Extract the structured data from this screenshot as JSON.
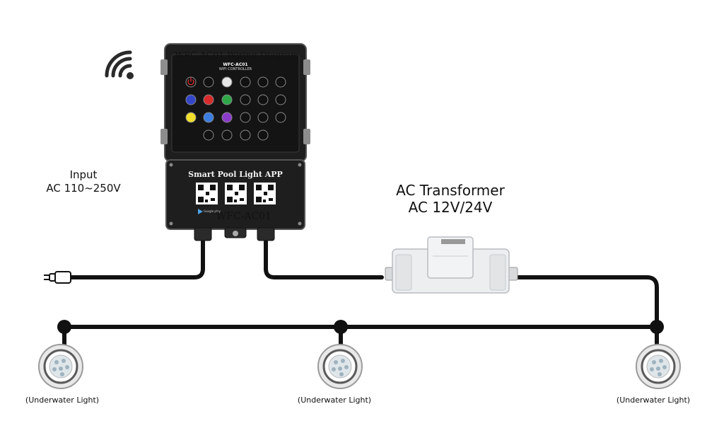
{
  "diagram": {
    "title": "WFC-AC01 Wiring Diagram",
    "model_label": "WFC-AC01",
    "input": {
      "line1": "Input",
      "line2": "AC 110~250V"
    },
    "transformer": {
      "line1": "AC Transformer",
      "line2": "AC 12V/24V"
    },
    "lights": [
      {
        "label": "(Underwater Light)"
      },
      {
        "label": "(Underwater Light)"
      },
      {
        "label": "(Underwater Light)"
      }
    ],
    "controller": {
      "header": "WFC-AC01",
      "subheader": "WIFI CONTROLLER",
      "app_banner": "Smart Pool Light APP",
      "store_badge": "Google play"
    },
    "icons": [
      "wifi-icon",
      "power-plug-icon",
      "qr-code-icon",
      "underwater-light-icon"
    ],
    "colors": {
      "cable": "#111111",
      "housing": "#1c1c1c",
      "transformer": "#e8eaec"
    }
  }
}
